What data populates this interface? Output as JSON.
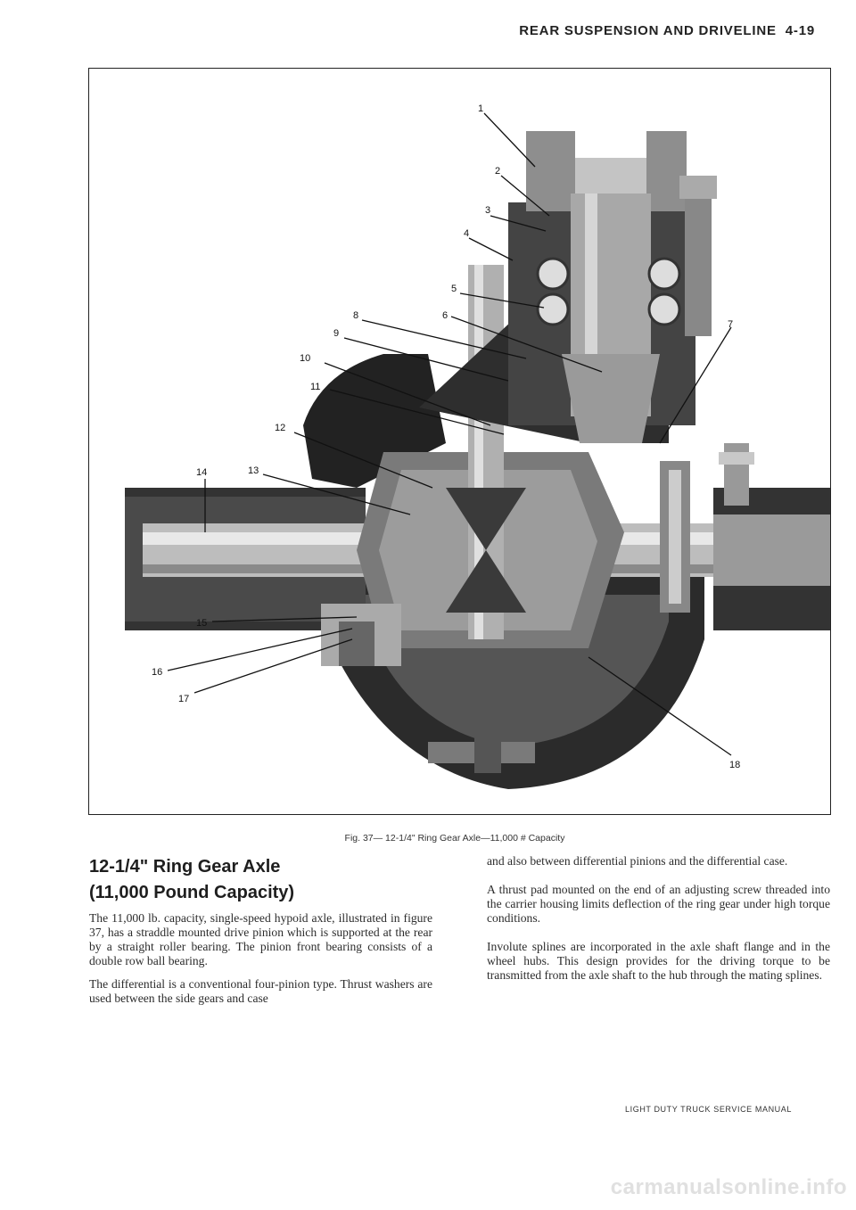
{
  "header": {
    "section": "REAR SUSPENSION AND DRIVELINE",
    "page_number": "4-19"
  },
  "figure": {
    "callouts": [
      "1",
      "2",
      "3",
      "4",
      "5",
      "6",
      "7",
      "8",
      "9",
      "10",
      "11",
      "12",
      "13",
      "14",
      "15",
      "16",
      "17",
      "18"
    ],
    "caption": "Fig. 37— 12-1/4\" Ring Gear Axle—11,000 # Capacity"
  },
  "left_column": {
    "heading_line1": "12-1/4\" Ring Gear Axle",
    "heading_line2": "(11,000 Pound Capacity)",
    "para1": "The 11,000 lb. capacity, single-speed hypoid axle, illustrated in figure 37, has a straddle mounted drive pinion which is supported at the rear by a straight roller bearing. The pinion front bearing consists of a double row ball bearing.",
    "para2": "The differential is a conventional four-pinion type. Thrust washers are used between the side gears and case"
  },
  "right_column": {
    "para1": "and also between differential pinions and the differential case.",
    "para2": "A thrust pad mounted on the end of an adjusting screw threaded into the carrier housing limits deflection of the ring gear under high torque conditions.",
    "para3": "Involute splines are incorporated in the axle shaft flange and in the wheel hubs. This design provides for the driving torque to be transmitted from the axle shaft to the hub through the mating splines."
  },
  "footer": {
    "manual_title": "LIGHT DUTY TRUCK SERVICE MANUAL"
  },
  "watermark": "carmanualsonline.info"
}
